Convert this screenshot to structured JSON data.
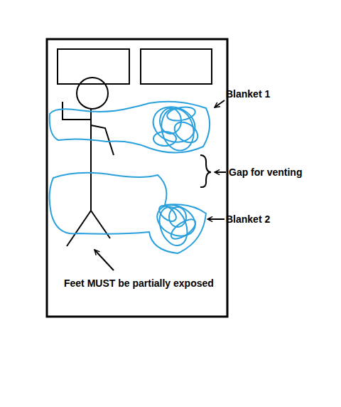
{
  "diagram": {
    "labels": [
      "Blanket 1",
      "Gap for venting",
      "Blanket 2",
      "Feet MUST be partially exposed"
    ]
  }
}
